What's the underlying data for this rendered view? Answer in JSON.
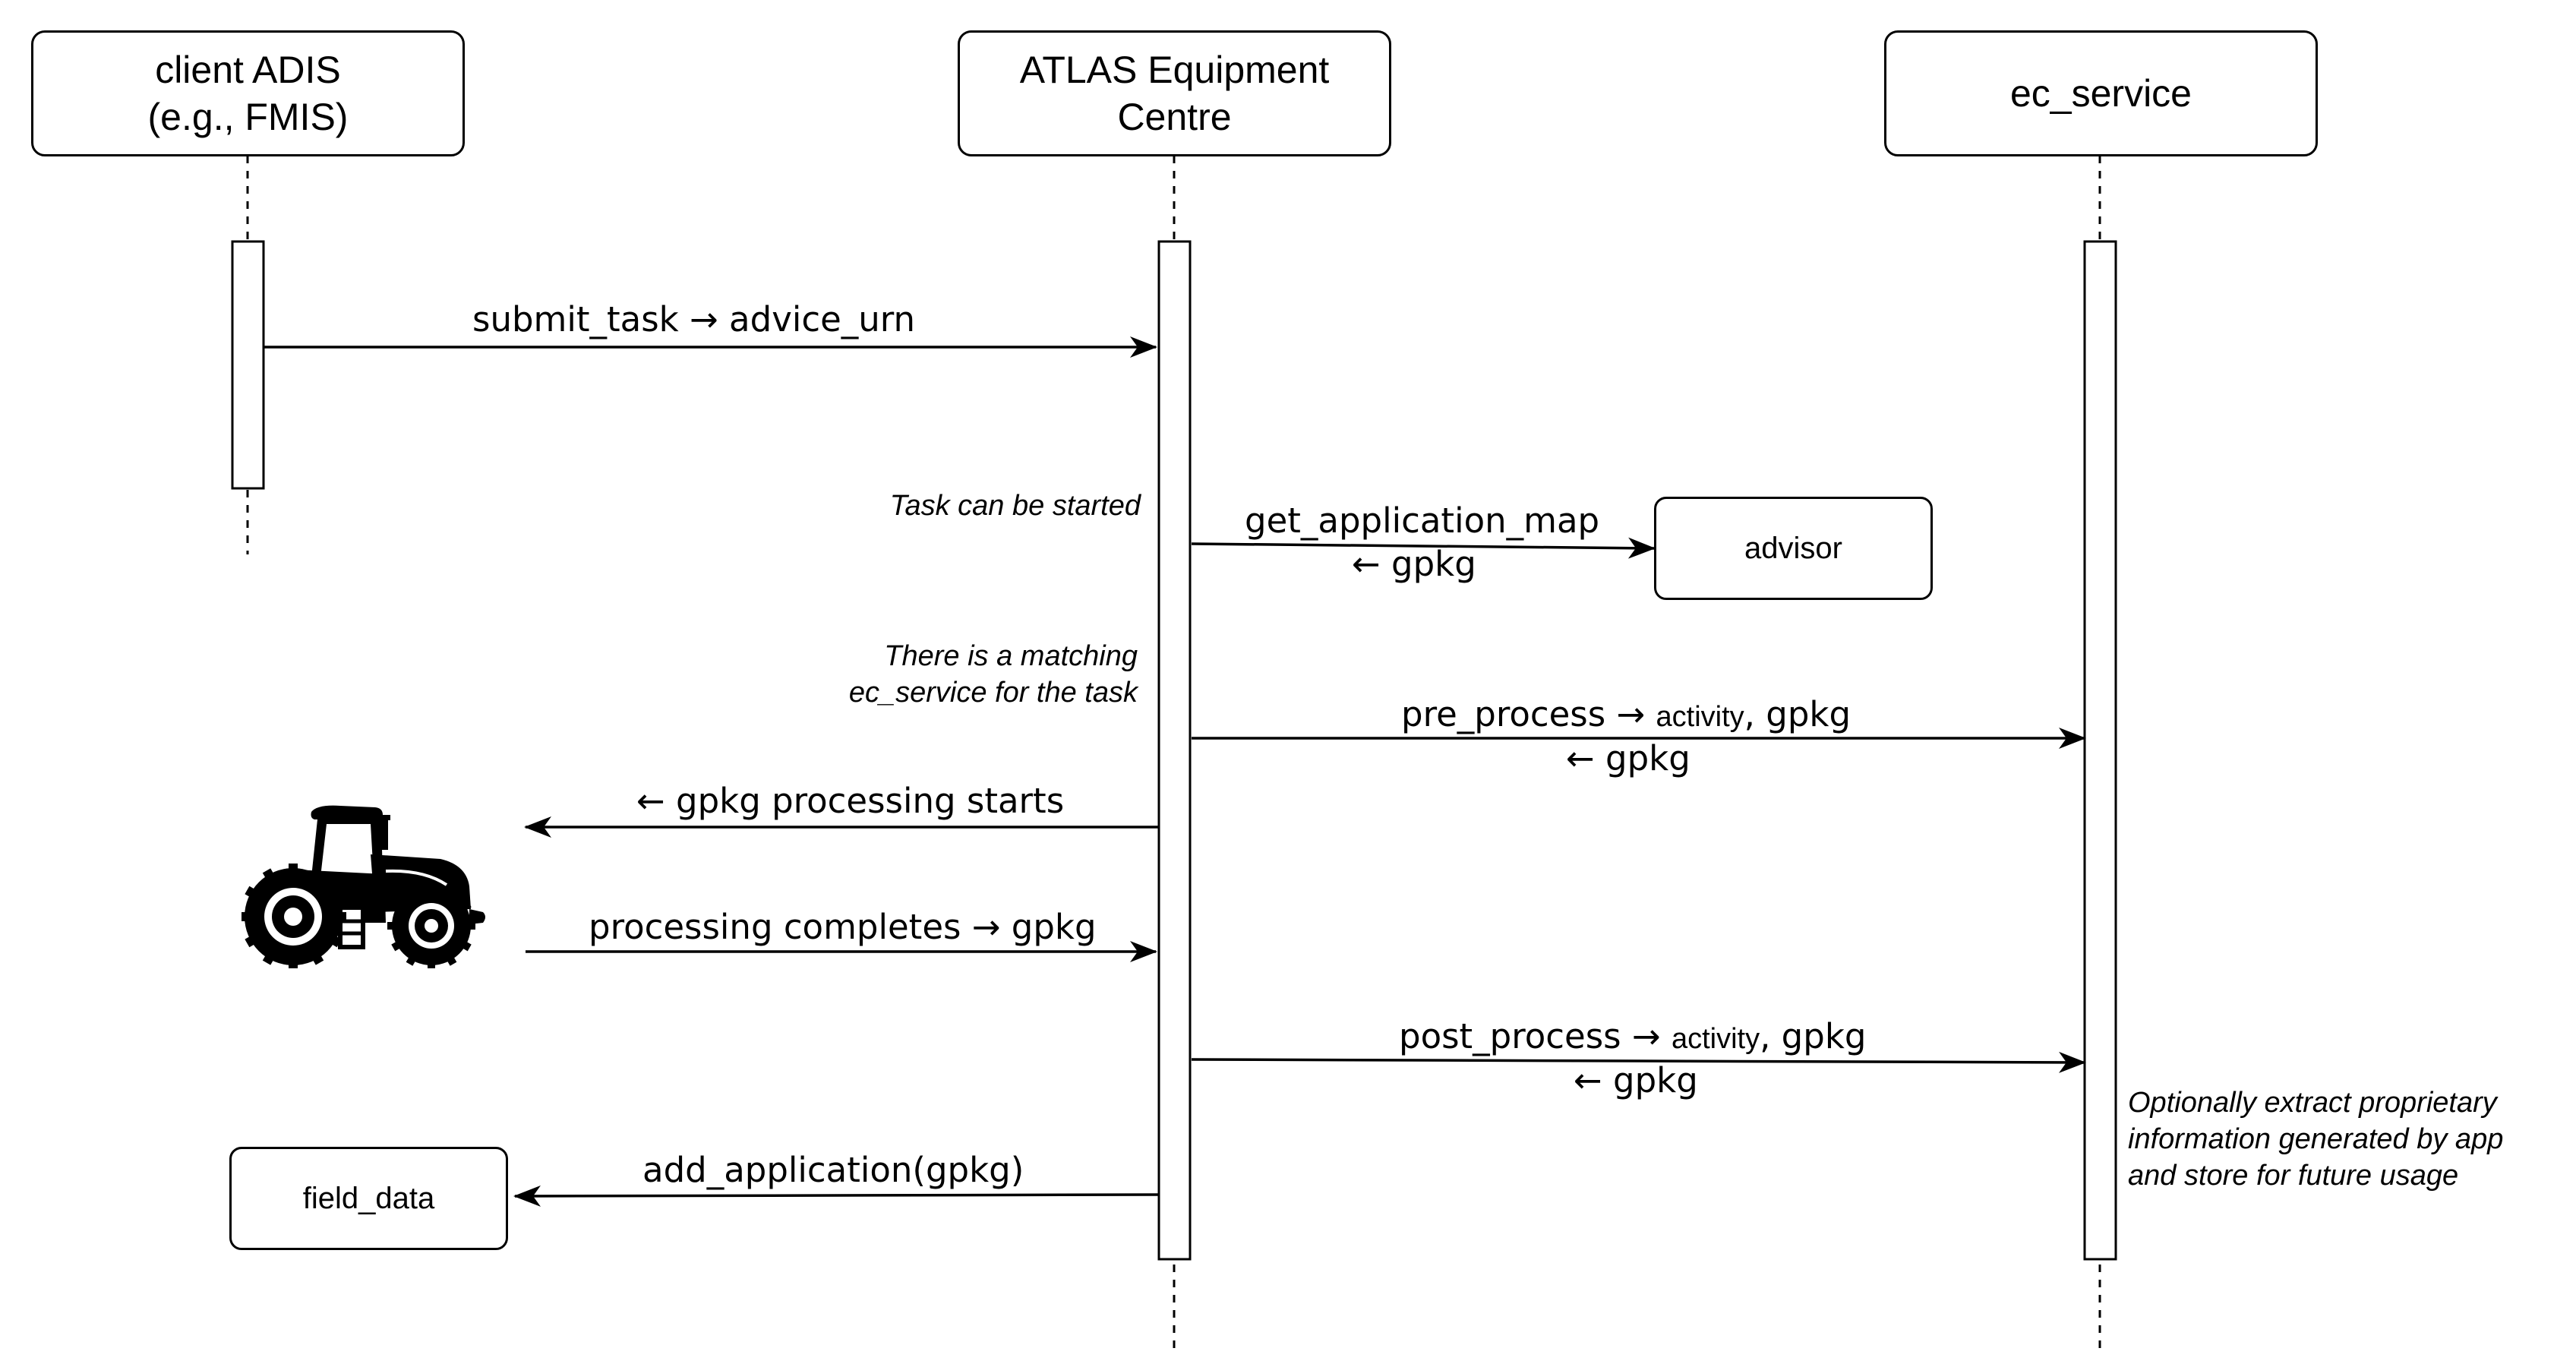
{
  "participants": {
    "client": {
      "line1": "client ADIS",
      "line2": "(e.g., FMIS)"
    },
    "atlas": {
      "line1": "ATLAS Equipment",
      "line2": "Centre"
    },
    "ec_service": {
      "label": "ec_service"
    }
  },
  "side_boxes": {
    "advisor": "advisor",
    "field_data": "field_data"
  },
  "messages": {
    "submit_task": "submit_task → advice_urn",
    "get_application_map": "get_application_map",
    "get_application_map_return": "← gpkg",
    "pre_process_call": "pre_process → ",
    "pre_process_activity": "activity",
    "pre_process_gpkg": ", gpkg",
    "pre_process_return": "← gpkg",
    "processing_starts": "← gpkg processing starts",
    "processing_completes": "processing completes → gpkg",
    "post_process_call": "post_process → ",
    "post_process_activity": "activity",
    "post_process_gpkg": ", gpkg",
    "post_process_return": "← gpkg",
    "add_application": "add_application(gpkg)"
  },
  "notes": {
    "task_started": "Task can be started",
    "matching_line1": "There is a matching",
    "matching_line2": "ec_service for the task",
    "optional_line1": "Optionally extract proprietary",
    "optional_line2": "information generated by app",
    "optional_line3": "and store for future usage"
  },
  "icons": {
    "tractor": "tractor-icon"
  },
  "colors": {
    "stroke": "#000000",
    "background": "#ffffff"
  }
}
